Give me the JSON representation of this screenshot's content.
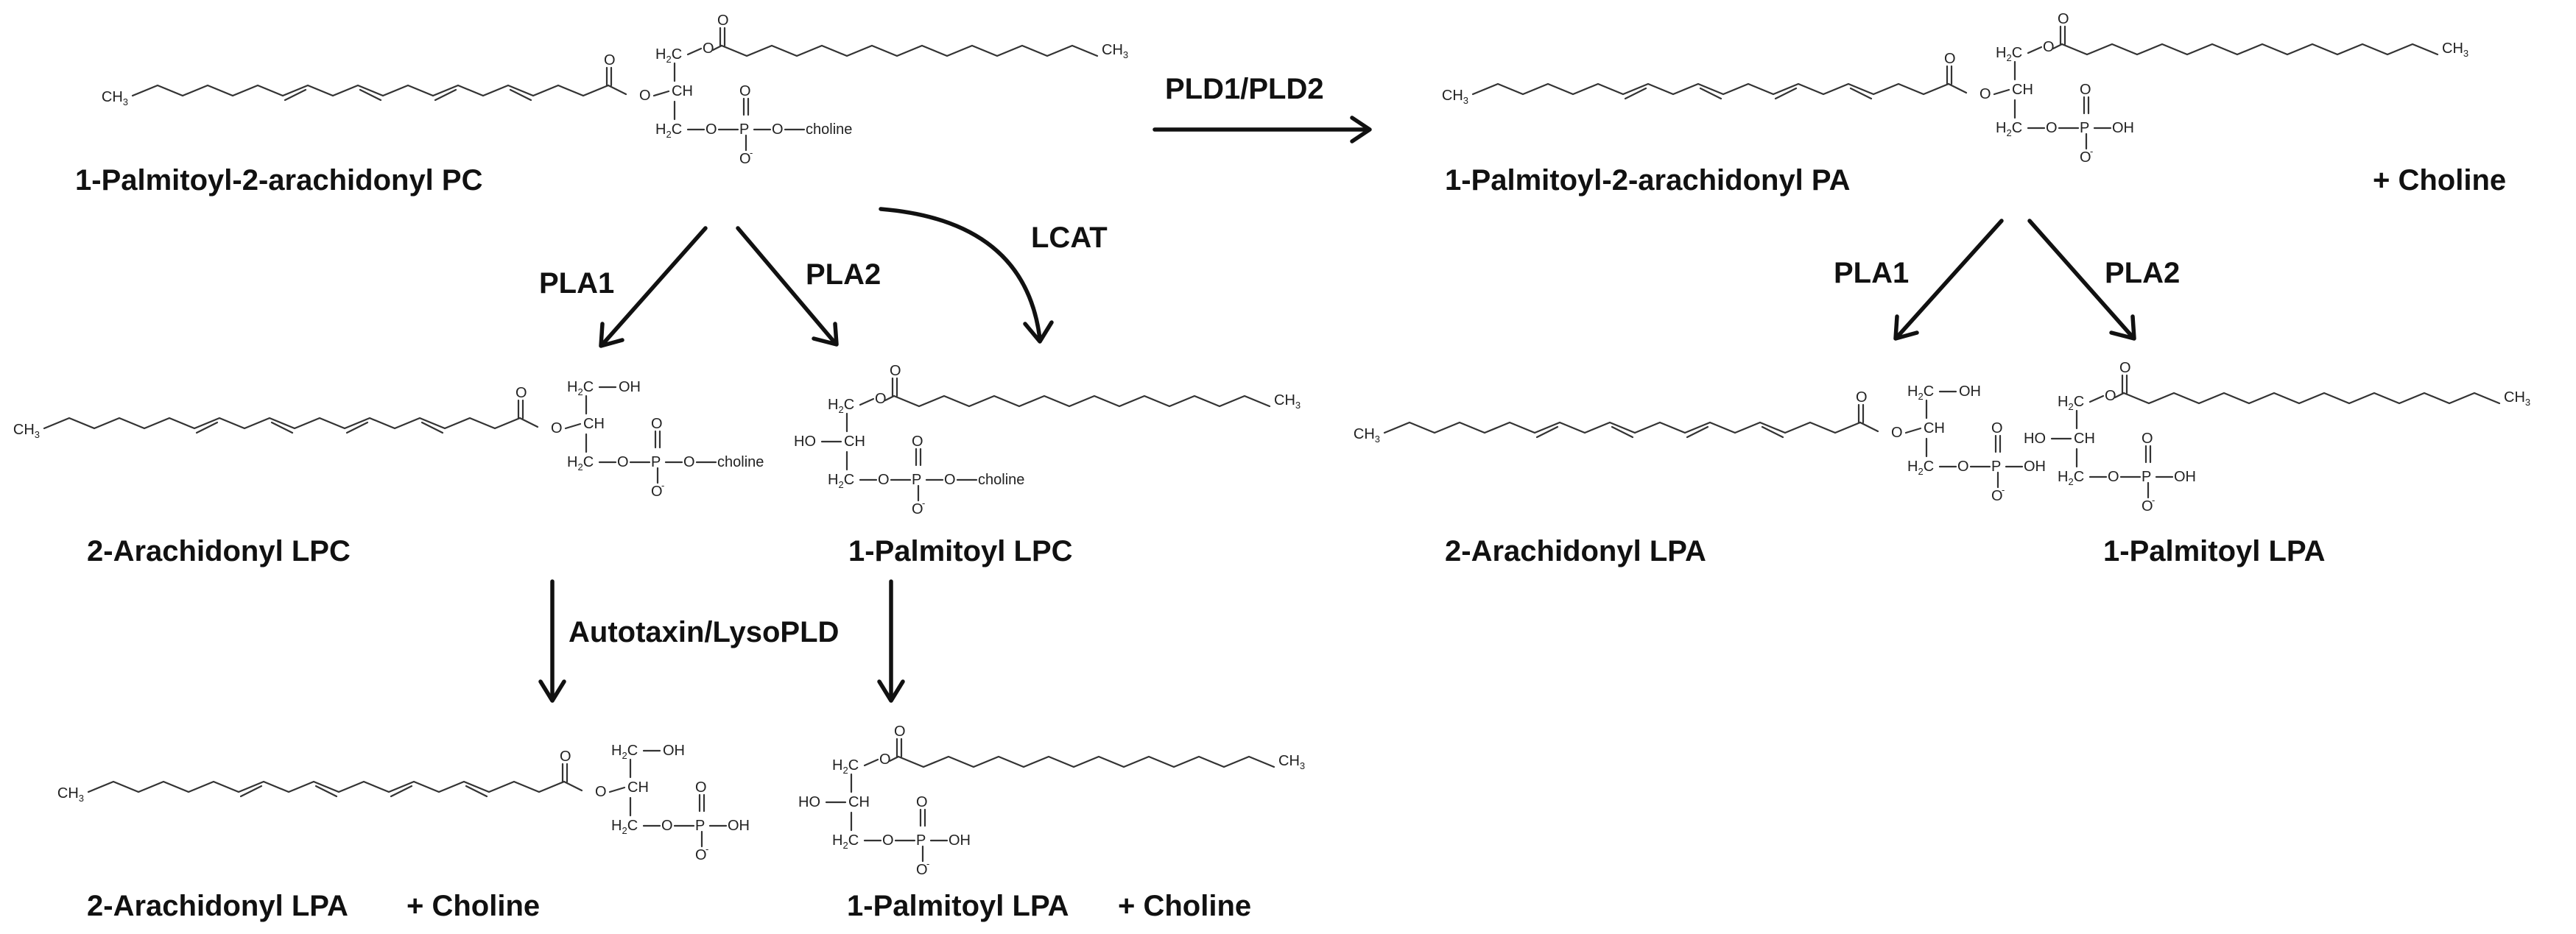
{
  "compounds": {
    "pc": {
      "name": "1-Palmitoyl-2-arachidonyl PC"
    },
    "pa": {
      "name": "1-Palmitoyl-2-arachidonyl PA",
      "byproduct": "+ Choline"
    },
    "a_lpc": {
      "name": "2-Arachidonyl LPC"
    },
    "p_lpc": {
      "name": "1-Palmitoyl LPC"
    },
    "a_lpa_r": {
      "name": "2-Arachidonyl LPA"
    },
    "p_lpa_r": {
      "name": "1-Palmitoyl LPA"
    },
    "a_lpa_b": {
      "name": "2-Arachidonyl LPA",
      "byproduct": "+ Choline"
    },
    "p_lpa_b": {
      "name": "1-Palmitoyl LPA",
      "byproduct": "+ Choline"
    }
  },
  "enzymes": {
    "pld": "PLD1/PLD2",
    "pla1_left": "PLA1",
    "pla2_left": "PLA2",
    "lcat": "LCAT",
    "pla1_right": "PLA1",
    "pla2_right": "PLA2",
    "autotaxin": "Autotaxin/LysoPLD"
  },
  "atoms": {
    "ch3": "CH",
    "h3": "3",
    "h2c": "H",
    "h2": "2",
    "c": "C",
    "o": "O",
    "oh": "OH",
    "ho": "HO",
    "ch": "CH",
    "p": "P",
    "choline": "choline",
    "minus": "-"
  }
}
